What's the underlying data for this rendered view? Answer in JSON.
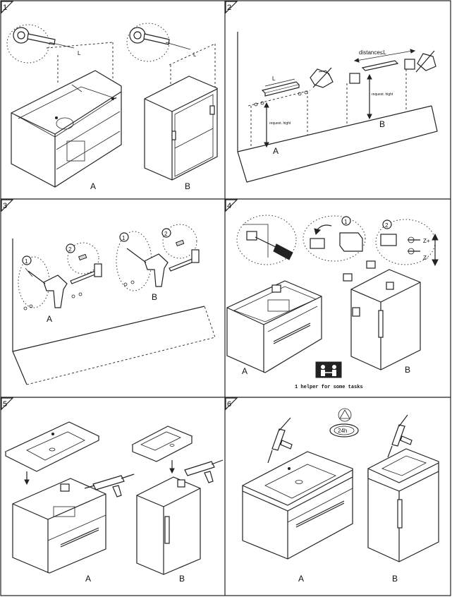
{
  "steps": [
    {
      "number": "1",
      "labels": [
        "A",
        "B"
      ],
      "callouts": [
        "L",
        "L"
      ]
    },
    {
      "number": "2",
      "labels": [
        "A",
        "B"
      ],
      "callouts": [
        "L",
        "distance≤L",
        "request. hight",
        "request. hight"
      ]
    },
    {
      "number": "3",
      "labels": [
        "A",
        "B"
      ],
      "callouts": [
        "1",
        "2",
        "1",
        "2"
      ]
    },
    {
      "number": "4",
      "labels": [
        "A",
        "B"
      ],
      "callouts": [
        "1",
        "2",
        "Z+",
        "Z-"
      ],
      "helper_note": "1 helper for some tasks"
    },
    {
      "number": "5",
      "labels": [
        "A",
        "B"
      ]
    },
    {
      "number": "6",
      "labels": [
        "A",
        "B"
      ],
      "cure_time": "24h"
    }
  ],
  "colors": {
    "line": "#222222",
    "background": "#ffffff",
    "fill_gray": "#d9d9d9"
  },
  "icons": [
    "tape-measure-icon",
    "pencil-hand-icon",
    "drill-icon",
    "screwdriver-icon",
    "caulk-gun-icon",
    "helpers-icon",
    "warning-triangle-icon",
    "clock-24h-icon"
  ]
}
